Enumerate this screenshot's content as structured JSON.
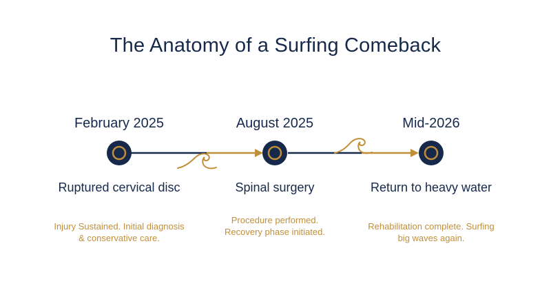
{
  "title": "The Anatomy of a Surfing Comeback",
  "colors": {
    "navy": "#16294b",
    "gold": "#c18f3a"
  },
  "milestones": [
    {
      "date": "February 2025",
      "heading": "Ruptured cervical disc",
      "description": "Injury Sustained. Initial diagnosis & conservative care."
    },
    {
      "date": "August 2025",
      "heading": "Spinal surgery",
      "description": "Procedure performed. Recovery phase initiated."
    },
    {
      "date": "Mid-2026",
      "heading": "Return to heavy water",
      "description": "Rehabilitation complete. Surfing big waves again."
    }
  ],
  "icons": {
    "node": "circle-node-icon",
    "wave": "wave-icon",
    "arrow": "arrowhead-icon"
  }
}
